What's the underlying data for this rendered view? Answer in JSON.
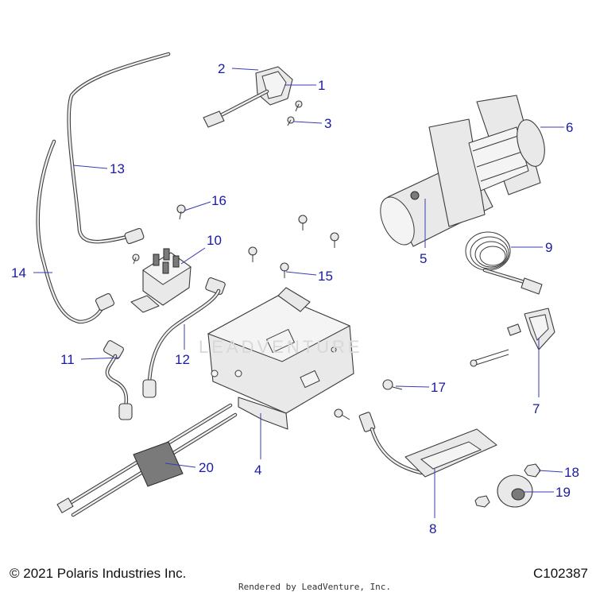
{
  "callouts": {
    "c1": "1",
    "c2": "2",
    "c3": "3",
    "c4": "4",
    "c5": "5",
    "c6": "6",
    "c7": "7",
    "c8": "8",
    "c9": "9",
    "c10": "10",
    "c11": "11",
    "c12": "12",
    "c13": "13",
    "c14": "14",
    "c15": "15",
    "c16": "16",
    "c17": "17",
    "c18": "18",
    "c19": "19",
    "c20": "20"
  },
  "footer": {
    "copyright": "© 2021 Polaris Industries Inc.",
    "diagram_id": "C102387",
    "rendered_by": "Rendered by LeadVenture, Inc."
  },
  "watermark": "LEADVENTURE",
  "colors": {
    "callout": "#1a1aa6",
    "line": "#3a3a3a"
  }
}
